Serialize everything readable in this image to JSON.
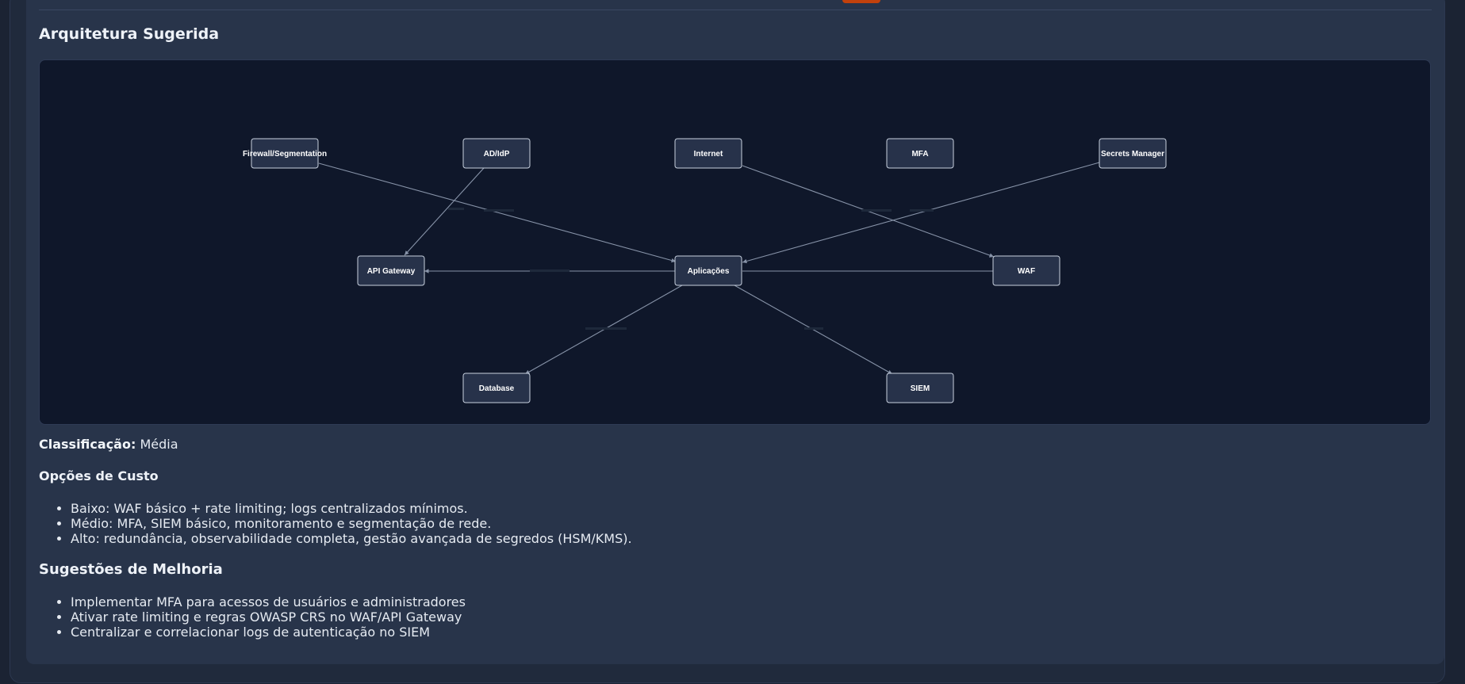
{
  "architecture": {
    "title": "Arquitetura Sugerida",
    "nodes": {
      "firewall": "Firewall/Segmentation",
      "adidp": "AD/IdP",
      "internet": "Internet",
      "mfa": "MFA",
      "secrets": "Secrets Manager",
      "apigw": "API Gateway",
      "apps": "Aplicações",
      "waf": "WAF",
      "database": "Database",
      "siem": "SIEM"
    },
    "edges": [
      {
        "from": "Firewall/Segmentation",
        "to": "Aplicações"
      },
      {
        "from": "AD/IdP",
        "to": "API Gateway"
      },
      {
        "from": "Internet",
        "to": "WAF"
      },
      {
        "from": "Secrets Manager",
        "to": "Aplicações"
      },
      {
        "from": "Aplicações",
        "to": "API Gateway"
      },
      {
        "from": "WAF",
        "to": "Aplicações"
      },
      {
        "from": "Aplicações",
        "to": "Database"
      },
      {
        "from": "Aplicações",
        "to": "SIEM"
      }
    ]
  },
  "classification": {
    "label": "Classificação:",
    "value": "Média"
  },
  "cost_options": {
    "title": "Opções de Custo",
    "items": [
      "Baixo: WAF básico + rate limiting; logs centralizados mínimos.",
      "Médio: MFA, SIEM básico, monitoramento e segmentação de rede.",
      "Alto: redundância, observabilidade completa, gestão avançada de segredos (HSM/KMS)."
    ]
  },
  "improvements": {
    "title": "Sugestões de Melhoria",
    "items": [
      "Implementar MFA para acessos de usuários e administradores",
      "Ativar rate limiting e regras OWASP CRS no WAF/API Gateway",
      "Centralizar e correlacionar logs de autenticação no SIEM"
    ]
  },
  "colors": {
    "page_bg": "#1b2333",
    "card_bg": "#28344a",
    "diagram_bg": "#0f172a",
    "node_fill": "#27324a",
    "edge": "#8793a8",
    "accent_badge": "#c2410c"
  }
}
